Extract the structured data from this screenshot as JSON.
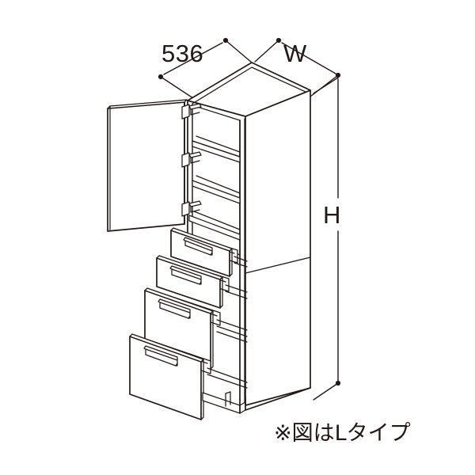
{
  "figure": {
    "title": "Tall cabinet isometric technical drawing",
    "type": "isometric-line-drawing",
    "line_color": "#231815",
    "background_color": "#ffffff",
    "fill_color": "#ffffff"
  },
  "dimensions": {
    "depth": {
      "label": "536",
      "unit": "mm",
      "position": "top-left"
    },
    "width": {
      "label": "W",
      "unit": "variable",
      "position": "top-right"
    },
    "height": {
      "label": "H",
      "unit": "variable",
      "position": "right"
    }
  },
  "note": {
    "text": "※図はLタイプ",
    "meaning": "The diagram shows the L type"
  },
  "cabinet": {
    "door": {
      "state": "open",
      "hinge_side": "right",
      "hinge_count": 3
    },
    "shelves": {
      "count": 2
    },
    "drawers": [
      {
        "index": 1,
        "size": "shallow",
        "state": "open",
        "handle": "bar-pull"
      },
      {
        "index": 2,
        "size": "shallow",
        "state": "open",
        "handle": "bar-pull"
      },
      {
        "index": 3,
        "size": "deep",
        "state": "open",
        "handle": "bar-pull"
      },
      {
        "index": 4,
        "size": "deep",
        "state": "open",
        "handle": "bar-pull"
      }
    ],
    "base": {
      "type": "toe-kick",
      "present": true
    }
  }
}
